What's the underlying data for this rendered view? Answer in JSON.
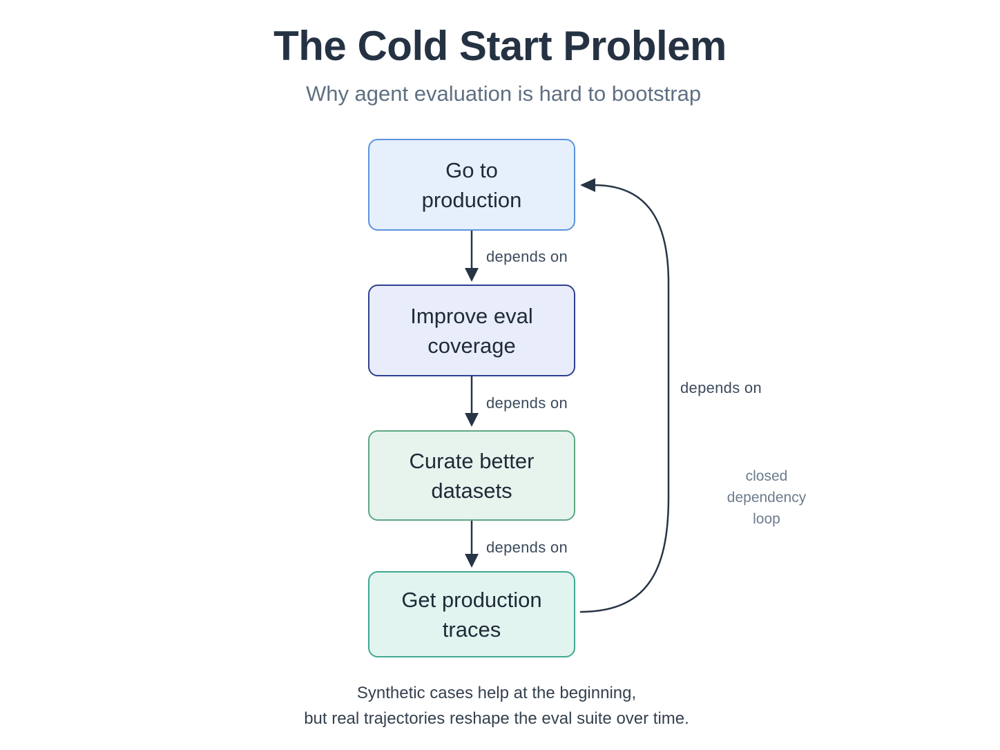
{
  "title": "The Cold Start Problem",
  "subtitle": "Why agent evaluation is hard to bootstrap",
  "nodes": [
    {
      "line1": "Go to",
      "line2": "production"
    },
    {
      "line1": "Improve eval",
      "line2": "coverage"
    },
    {
      "line1": "Curate better",
      "line2": "datasets"
    },
    {
      "line1": "Get production",
      "line2": "traces"
    }
  ],
  "edge_labels": [
    "depends on",
    "depends on",
    "depends on",
    "depends on"
  ],
  "loop_note": {
    "line1": "closed",
    "line2": "dependency",
    "line3": "loop"
  },
  "footer": {
    "line1": "Synthetic cases help at the beginning,",
    "line2": "but real trajectories reshape the eval suite over time."
  },
  "colors": {
    "arrow": "#263445",
    "node1_fill": "#e5f0fc",
    "node1_border": "#5b93dd",
    "node2_fill": "#e8ecfb",
    "node2_border": "#2e3f8f",
    "node3_fill": "#e6f4ed",
    "node3_border": "#5ea783",
    "node4_fill": "#e2f4f0",
    "node4_border": "#3fa891"
  }
}
